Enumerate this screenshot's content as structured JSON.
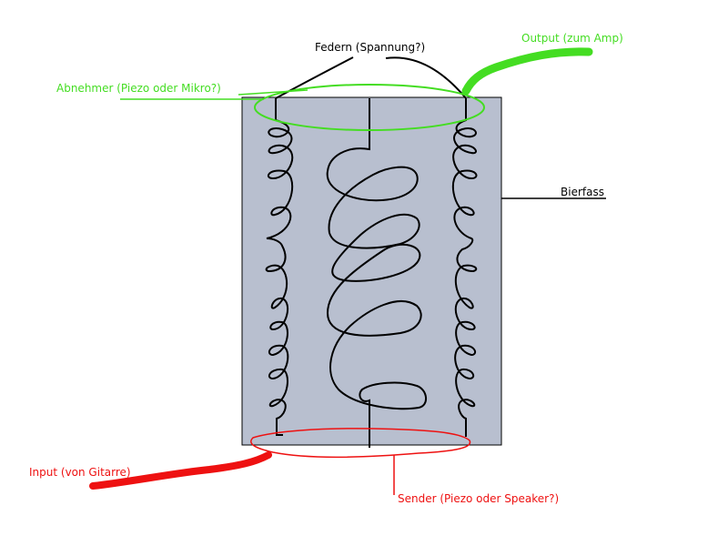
{
  "labels": {
    "springs": "Federn (Spannung?)",
    "output": "Output (zum Amp)",
    "pickup": "Abnehmer (Piezo oder Mikro?)",
    "barrel": "Bierfass",
    "input": "Input (von Gitarre)",
    "transmitter": "Sender (Piezo oder Speaker?)"
  },
  "colors": {
    "background": "#ffffff",
    "barrel_fill": "#b8bfcf",
    "line": "#000000",
    "green": "#44dd22",
    "red": "#ee1111"
  }
}
